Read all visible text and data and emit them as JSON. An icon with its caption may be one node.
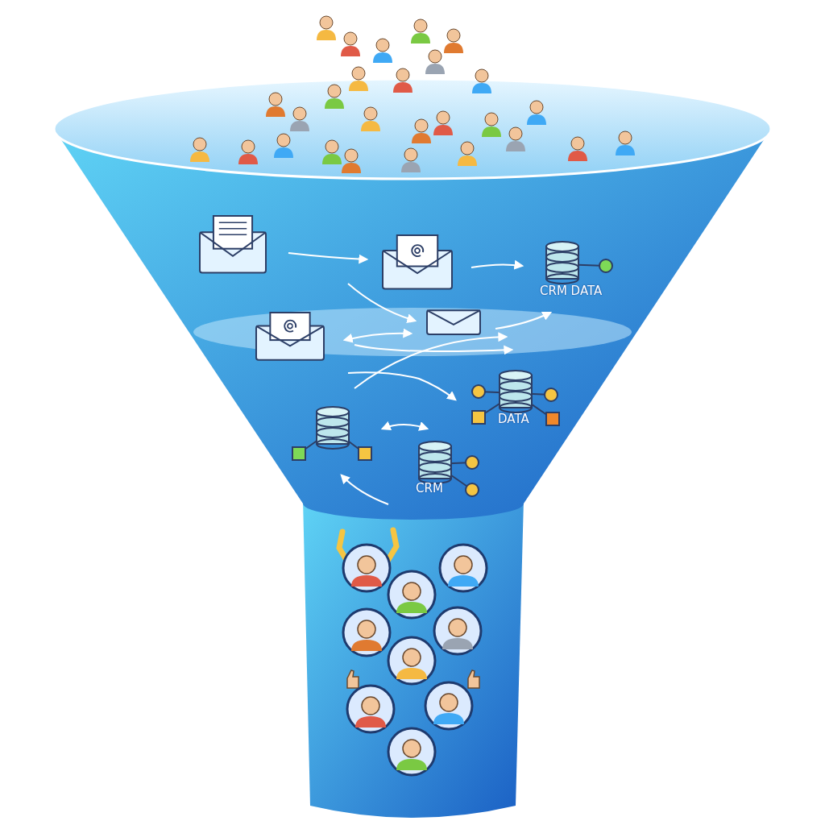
{
  "diagram": {
    "labels": [
      "CRM DATA",
      "DATA",
      "CRM"
    ]
  }
}
